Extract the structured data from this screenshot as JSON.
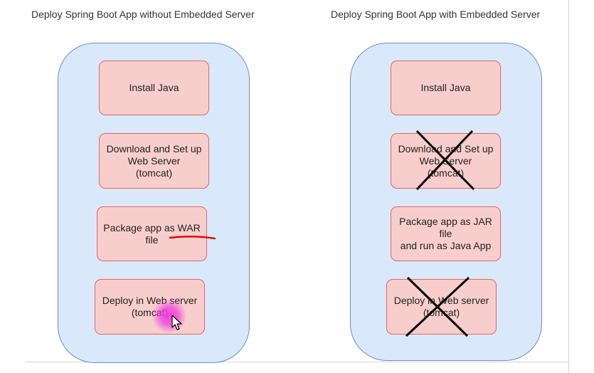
{
  "left_panel": {
    "title": "Deploy Spring Boot App without Embedded Server",
    "steps": [
      "Install Java",
      "Download and Set up\nWeb Server\n(tomcat)",
      "Package app as WAR\nfile",
      "Deploy in Web server\n(tomcat)"
    ]
  },
  "right_panel": {
    "title": "Deploy Spring Boot App with Embedded Server",
    "steps": [
      "Install Java",
      "Download and Set up\nWeb Server\n(tomcat)",
      "Package app as JAR\nfile\nand run as Java App",
      "Deploy in Web server\n(tomcat)"
    ]
  },
  "colors": {
    "container_fill": "#dae8fc",
    "container_stroke": "#6c8ebf",
    "step_fill": "#f8cecc",
    "step_stroke": "#e06666",
    "cross_stroke": "#000000",
    "annotation_underline": "#e00000",
    "cursor_highlight": "#ee3cde"
  },
  "icons": [
    "cursor-arrow-icon"
  ]
}
